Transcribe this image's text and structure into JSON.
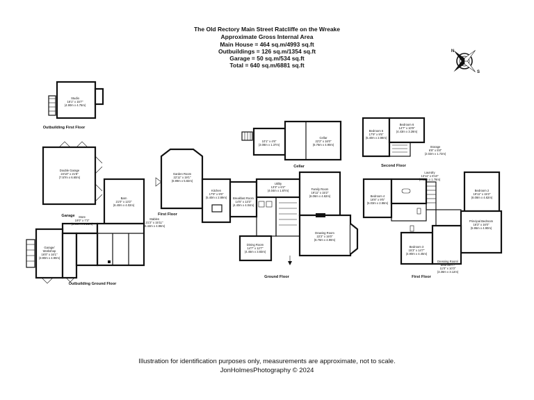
{
  "header": {
    "title": "The Old Rectory Main Street Ratcliffe on the Wreake",
    "subtitle": "Approximate Gross Internal Area",
    "areas": [
      "Main House = 464 sq.m/4993 sq.ft",
      "Outbuildings = 126 sq.m/1354 sq.ft",
      "Garage = 50 sq.m/534 sq.ft",
      "Total = 640 sq.m/6881 sq.ft"
    ]
  },
  "compass": {
    "n": "N",
    "s": "S"
  },
  "floors": {
    "outbuilding_first": "Outbuilding First Floor",
    "garage": "Garage",
    "first_floor_left": "First Floor",
    "outbuilding_ground": "Outbuilding Ground Floor",
    "cellar": "Cellar",
    "ground": "Ground Floor",
    "second": "Second Floor",
    "first_right": "First Floor"
  },
  "rooms": {
    "studio": [
      "Studio",
      "16'1\" x 15'7\"",
      "(4.90m x 4.75m)"
    ],
    "double_garage": [
      "Double Garage",
      "24'10\" x 21'8\"",
      "(7.57m x 6.60m)"
    ],
    "barn": [
      "Barn",
      "21'0\" x 13'2\"",
      "(6.40m x 4.02m)"
    ],
    "store": [
      "Store",
      "19'0\" x 7'3\"",
      "(5.80m x 2.21m)"
    ],
    "stables": [
      "Stables",
      "21'2\" x 15'11\"",
      "(6.44m x 4.86m)"
    ],
    "garage_workshop": [
      "Garage/",
      "Workshop",
      "16'0\" x 16'1\"",
      "(3.90m x 4.90m)"
    ],
    "garden_room": [
      "Garden Room",
      "22'11\" x 19'1\"",
      "(6.99m x 5.82m)"
    ],
    "kitchen": [
      "Kitchen",
      "17'9\" x 9'6\"",
      "(5.40m x 2.89m)"
    ],
    "breakfast_room": [
      "Breakfast Room",
      "14'5\" x 13'3\"",
      "(4.40m x 4.04m)"
    ],
    "utility": [
      "Utility",
      "13'3\" x 6'2\"",
      "(4.04m x 1.87m)"
    ],
    "family_room": [
      "Family Room",
      "19'11\" x 15'2\"",
      "(6.06m x 4.62m)"
    ],
    "dining_room": [
      "Dining Room",
      "14'7\" x 12'7\"",
      "(4.45m x 3.83m)"
    ],
    "drawing_room": [
      "Drawing Room",
      "22'2\" x 16'0\"",
      "(6.76m x 4.90m)"
    ],
    "cellar_small": [
      "10'1\" x 4'6\"",
      "(3.08m x 1.37m)"
    ],
    "cellar_main": [
      "Cellar",
      "22'2\" x 16'0\"",
      "(6.76m x 4.90m)"
    ],
    "bedroom5": [
      "Bedroom 5",
      "17'9\" x 9'5\"",
      "(5.40m x 2.88m)"
    ],
    "bedroom6": [
      "Bedroom 6",
      "14'7\" x 10'9\"",
      "(4.43m x 3.28m)"
    ],
    "storage": [
      "Storage",
      "6'8\" x 5'8\"",
      "(2.02m x 1.72m)"
    ],
    "laundry": [
      "Laundry",
      "13'11\" x 6'10\"",
      "(4.22m x 1.78m)"
    ],
    "bedroom4": [
      "Bedroom 4",
      "16'6\" x 9'5\"",
      "(5.03m x 2.86m)"
    ],
    "bedroom2": [
      "Bedroom 2",
      "19'11\" x 15'2\"",
      "(6.08m x 4.62m)"
    ],
    "principal_bedroom": [
      "Principal Bedroom",
      "16'3\" x 16'0\"",
      "(5.95m x 4.90m)"
    ],
    "bedroom3": [
      "Bedroom 3",
      "15'3\" x 14'7\"",
      "(4.90m x 4.45m)"
    ],
    "dressing_room": [
      "Dressing Room/",
      "Bedroom 7",
      "11'0\" x 10'3\"",
      "(3.36m x 3.12m)"
    ]
  },
  "footer": {
    "disclaimer": "Illustration for identification purposes only, measurements are approximate, not to scale.",
    "credit": "JonHolmesPhotography © 2024"
  }
}
